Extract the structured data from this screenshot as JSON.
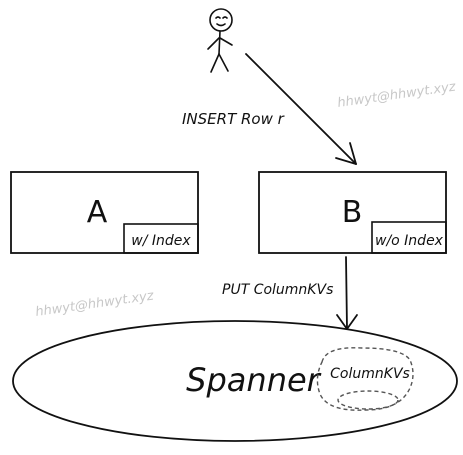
{
  "actor": {
    "icon": "stick-figure-person"
  },
  "arrows": {
    "insert_label": "INSERT Row r",
    "put_label": "PUT ColumnKVs"
  },
  "nodes": {
    "a": {
      "label": "A",
      "tag": "w/ Index"
    },
    "b": {
      "label": "B",
      "tag": "w/o Index"
    }
  },
  "storage": {
    "label": "Spanner",
    "inner_label": "ColumnKVs"
  },
  "watermarks": {
    "top": "hhwyt@hhwyt.xyz",
    "left": "hhwyt@hhwyt.xyz"
  },
  "colors": {
    "stroke": "#111111",
    "watermark": "#c8c8c8"
  }
}
